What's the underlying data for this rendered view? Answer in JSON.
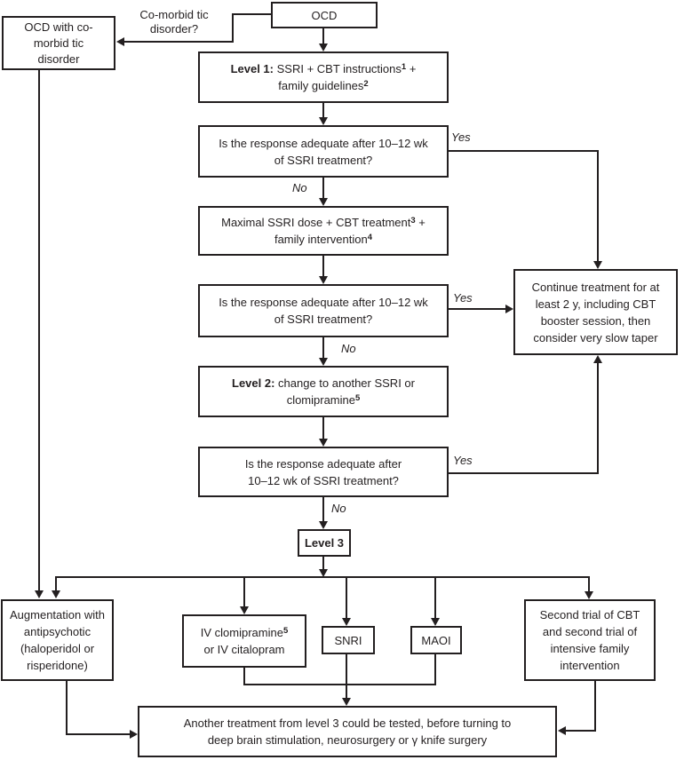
{
  "figure": {
    "description": "OCD treatment algorithm flowchart"
  },
  "colors": {
    "line": "#231f20",
    "text": "#231f20",
    "background": "#ffffff"
  },
  "labels": {
    "comorbid_line1": "Co-morbid tic",
    "comorbid_line2": "disorder?",
    "yes": "Yes",
    "no": "No"
  },
  "nodes": {
    "ocd": {
      "text": "OCD"
    },
    "ocd_tic": {
      "line1": "OCD with co-",
      "line2": "morbid tic",
      "line3": "disorder"
    },
    "level1": {
      "bold": "Level 1:",
      "t1": " SSRI + CBT instructions",
      "sup1": "1",
      "t2": " +",
      "line2": "family guidelines",
      "sup2": "2"
    },
    "q1": {
      "line1": "Is the response adequate after 10–12 wk",
      "line2": "of SSRI treatment?"
    },
    "maximal": {
      "t1": "Maximal SSRI dose + CBT treatment",
      "sup1": "3",
      "t2": " +",
      "line2": "family intervention",
      "sup2": "4"
    },
    "q2": {
      "line1": "Is the response adequate after 10–12 wk",
      "line2": "of SSRI treatment?"
    },
    "level2": {
      "bold": "Level 2:",
      "t1": " change to another SSRI or",
      "line2": "clomipramine",
      "sup2": "5"
    },
    "q3": {
      "line1": "Is the response adequate after",
      "line2": "10–12 wk of SSRI treatment?"
    },
    "level3": {
      "text": "Level 3"
    },
    "continue": {
      "line1": "Continue treatment for at",
      "line2": "least 2 y, including CBT",
      "line3": "booster session, then",
      "line4": "consider very slow taper"
    },
    "augmentation": {
      "line1": "Augmentation with",
      "line2": "antipsychotic",
      "line3": "(haloperidol or",
      "line4": "risperidone)"
    },
    "ivclom": {
      "t1": "IV clomipramine",
      "sup1": "5",
      "line2": "or IV citalopram"
    },
    "snri": {
      "text": "SNRI"
    },
    "maoi": {
      "text": "MAOI"
    },
    "secondtrial": {
      "line1": "Second trial of CBT",
      "line2": "and second trial of",
      "line3": "intensive family",
      "line4": "intervention"
    },
    "final": {
      "line1": "Another treatment from level 3 could be tested, before turning to",
      "line2": "deep brain stimulation, neurosurgery or γ knife surgery"
    }
  }
}
